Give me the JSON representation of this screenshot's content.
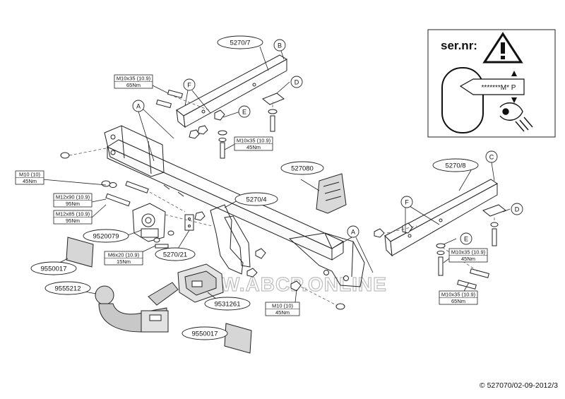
{
  "parts": {
    "p_5270_7": "5270/7",
    "p_5270_8": "5270/8",
    "p_5270_4": "5270/4",
    "p_527080": "527080",
    "p_9520079": "9520079",
    "p_5270_21": "5270/21",
    "p_9550017_a": "9550017",
    "p_9550017_b": "9550017",
    "p_9555212": "9555212",
    "p_9531261": "9531261"
  },
  "letters": {
    "a1": "A",
    "a2": "A",
    "b": "B",
    "c": "C",
    "d1": "D",
    "d2": "D",
    "e1": "E",
    "e2": "E",
    "f1": "F",
    "f2": "F"
  },
  "specs": {
    "s1": {
      "l1": "M10x35 (10.9)",
      "l2": "65Nm"
    },
    "s2": {
      "l1": "M10x35 (10.9)",
      "l2": "45Nm"
    },
    "s3": {
      "l1": "M10 (10)",
      "l2": "45Nm"
    },
    "s4": {
      "l1": "M12x90 (10.9)",
      "l2": "95Nm"
    },
    "s5": {
      "l1": "M12x85 (10.9)",
      "l2": "95Nm"
    },
    "s6": {
      "l1": "M6x20 (10.9)",
      "l2": "15Nm"
    },
    "s7": {
      "l1": "M10 (10)",
      "l2": "45Nm"
    },
    "s8": {
      "l1": "M10x35 (10.9)",
      "l2": "45Nm"
    },
    "s9": {
      "l1": "M10x35 (10.9)",
      "l2": "65Nm"
    }
  },
  "serial_panel": {
    "title": "ser.nr:",
    "code": "*******M* P"
  },
  "watermark": "WWW.ABCP.ONLINE",
  "copyright": "© 527070/02-09-2012/3"
}
